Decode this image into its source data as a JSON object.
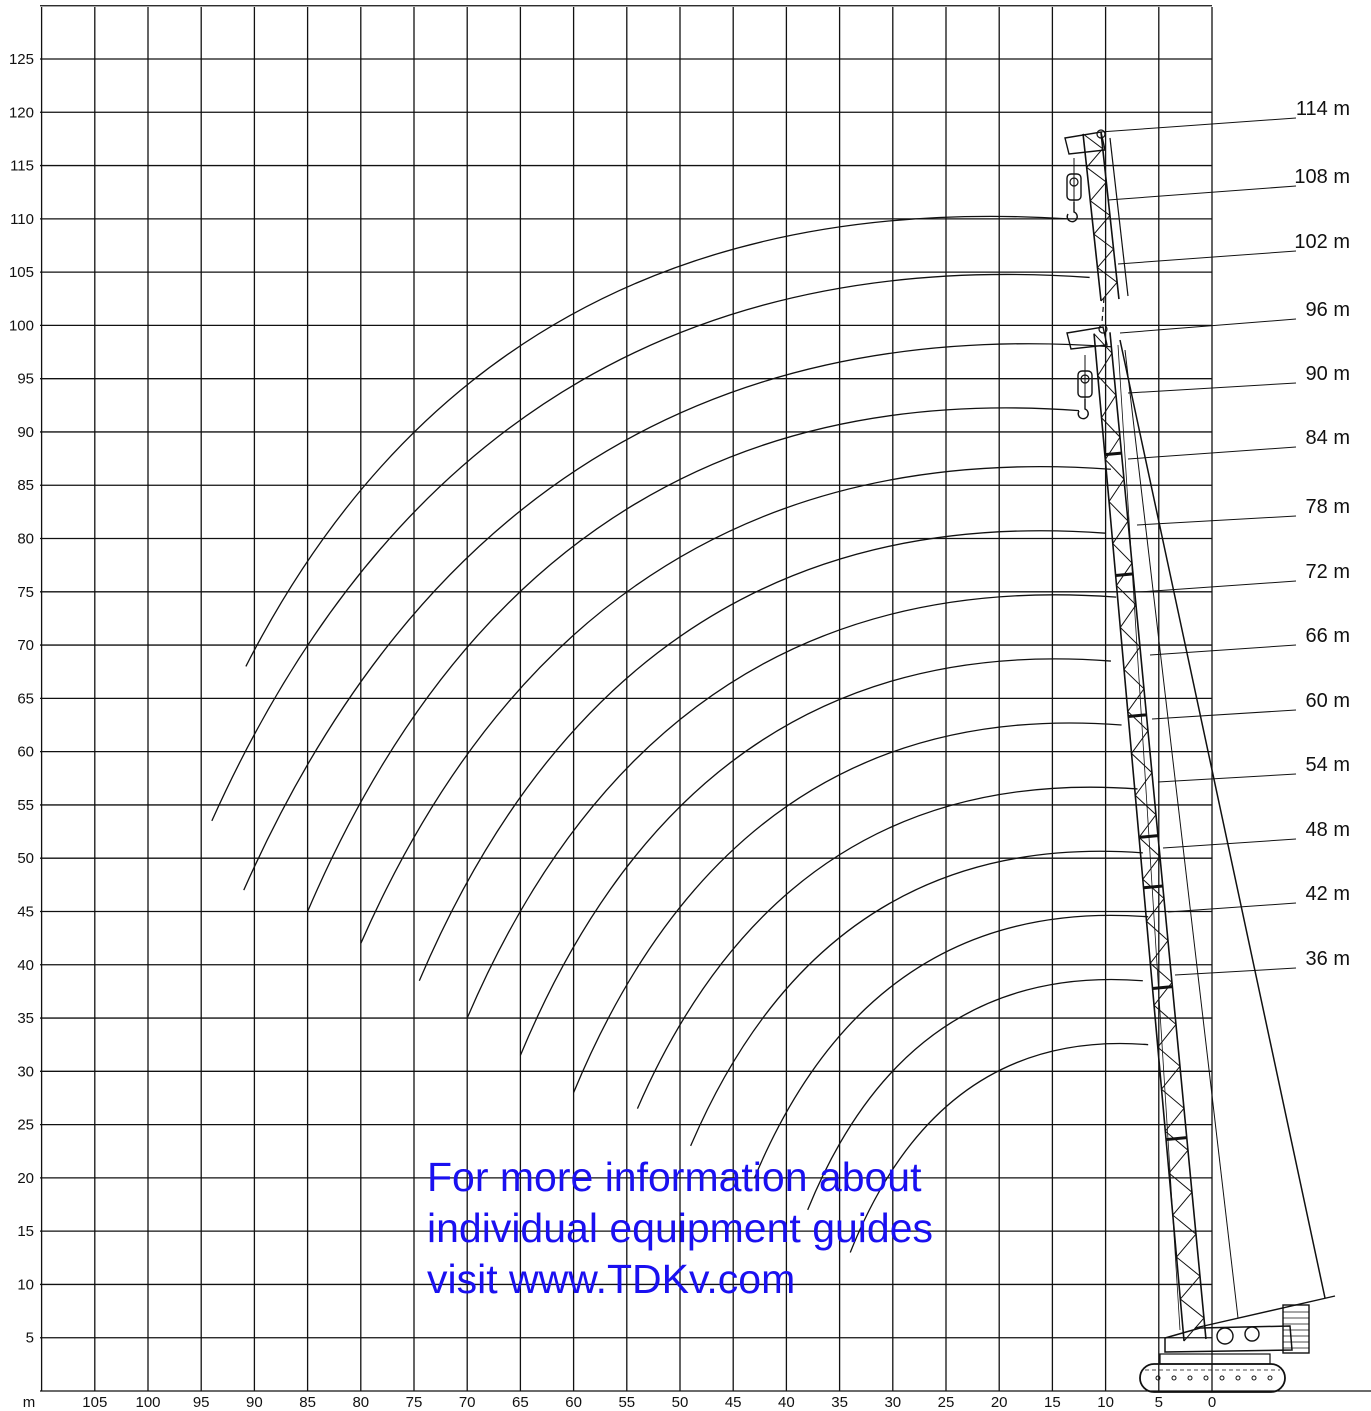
{
  "chart_data": {
    "type": "range-diagram",
    "x_unit_label": "m",
    "x_ticks": [
      105,
      100,
      95,
      90,
      85,
      80,
      75,
      70,
      65,
      60,
      55,
      50,
      45,
      40,
      35,
      30,
      25,
      20,
      15,
      10,
      5,
      0
    ],
    "x_range": [
      110,
      0
    ],
    "y_ticks": [
      5,
      10,
      15,
      20,
      25,
      30,
      35,
      40,
      45,
      50,
      55,
      60,
      65,
      70,
      75,
      80,
      85,
      90,
      95,
      100,
      105,
      110,
      115,
      120,
      125
    ],
    "y_range": [
      0,
      130
    ],
    "grid": true,
    "boom_lengths": [
      "114 m",
      "108 m",
      "102 m",
      "96 m",
      "90 m",
      "84 m",
      "78 m",
      "72 m",
      "66 m",
      "60 m",
      "54 m",
      "48 m",
      "42 m",
      "36 m"
    ],
    "jib_arcs": [
      {
        "start": [
          13.5,
          110
        ],
        "end": [
          90.8,
          68
        ]
      },
      {
        "start": [
          11.5,
          104.5
        ],
        "end": [
          94,
          53.5
        ]
      },
      {
        "start": [
          9.5,
          98
        ],
        "end": [
          91,
          47
        ]
      },
      {
        "start": [
          12.5,
          92
        ],
        "end": [
          85,
          45
        ]
      },
      {
        "start": [
          9.5,
          86.5
        ],
        "end": [
          80,
          42
        ]
      },
      {
        "start": [
          10,
          80.5
        ],
        "end": [
          74.5,
          38.5
        ]
      },
      {
        "start": [
          9,
          74.5
        ],
        "end": [
          70,
          35
        ]
      },
      {
        "start": [
          9.5,
          68.5
        ],
        "end": [
          65,
          31.5
        ]
      },
      {
        "start": [
          8.5,
          62.5
        ],
        "end": [
          60,
          28
        ]
      },
      {
        "start": [
          7,
          56.5
        ],
        "end": [
          54,
          26.5
        ]
      },
      {
        "start": [
          6.5,
          50.5
        ],
        "end": [
          49,
          23
        ]
      },
      {
        "start": [
          6,
          44.5
        ],
        "end": [
          43,
          20
        ]
      },
      {
        "start": [
          6.5,
          38.5
        ],
        "end": [
          38,
          17
        ]
      },
      {
        "start": [
          6,
          32.5
        ],
        "end": [
          34,
          13
        ]
      }
    ]
  },
  "overlay": {
    "line1": "For more information about",
    "line2": "individual equipment guides",
    "line3": "visit www.TDKv.com",
    "color": "#1a10f0"
  }
}
